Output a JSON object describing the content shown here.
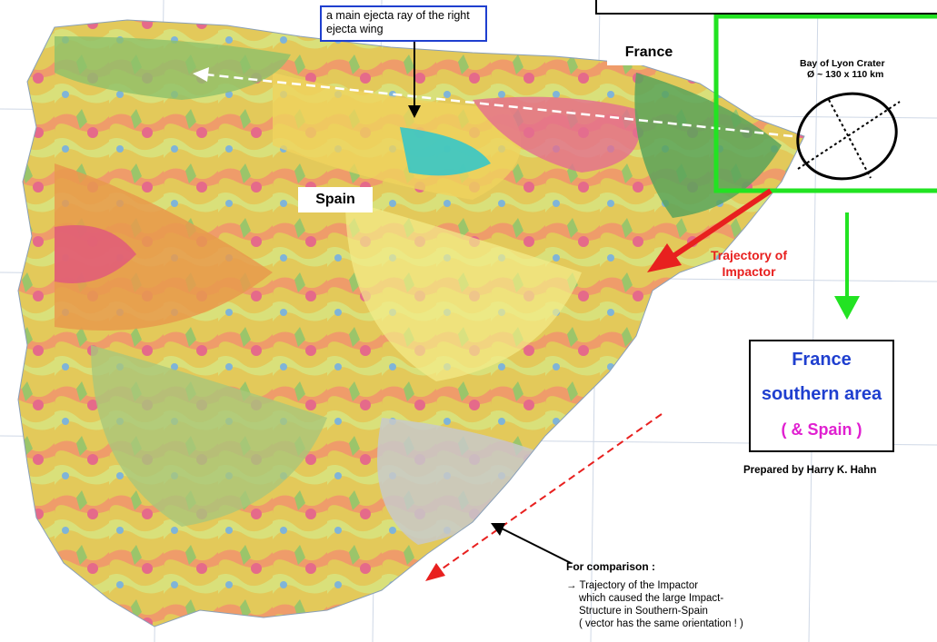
{
  "labels": {
    "ejecta_ray": "a main ejecta ray of the right ejecta wing",
    "france": "France",
    "spain": "Spain",
    "crater_title": "Bay of Lyon Crater",
    "crater_size": "Ø ~ 130 x 110 km",
    "trajectory": "Trajectory of Impactor",
    "region_line1": "France",
    "region_line2": "southern area",
    "region_line3": "( & Spain )",
    "prepared_by": "Prepared by  Harry K. Hahn",
    "comparison_title": "For comparison :",
    "comparison_lines": [
      "→ Trajectory of the Impactor",
      "which caused the large Impact-",
      "Structure in Southern-Spain",
      "( vector has the same orientation ! )"
    ]
  },
  "colors": {
    "region_box_green": "#22e322",
    "trajectory_red": "#e8201f",
    "ejecta_ray_white": "#ffffff",
    "label_blue": "#1f3fcf",
    "label_magenta": "#e020d0"
  },
  "icons": {
    "crater": "ellipse-with-crosshair",
    "trajectory": "red-arrow",
    "region_pointer": "green-down-arrow"
  }
}
